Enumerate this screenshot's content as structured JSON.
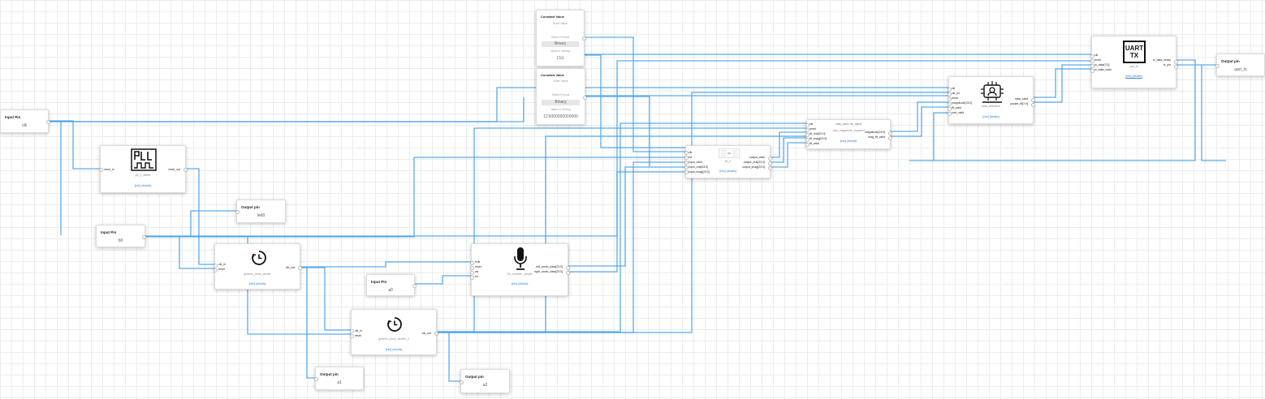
{
  "ui": {
    "accent": "#4aa3e8",
    "link": "#3b82d6"
  },
  "input_pins": [
    {
      "title": "Input Pin",
      "value": "clk"
    },
    {
      "title": "Input Pin",
      "value": "b0"
    },
    {
      "title": "Input Pin",
      "value": "a0"
    }
  ],
  "output_pins": [
    {
      "title": "Output pin",
      "value": "led0"
    },
    {
      "title": "Output pin",
      "value": "a1"
    },
    {
      "title": "Output pin",
      "value": "a2"
    },
    {
      "title": "Output pin",
      "value": "uart_tx"
    }
  ],
  "constants": [
    {
      "title": "Constant Value",
      "enter_label": "Enter Value",
      "format_label": "Select Format",
      "format": "Binary",
      "verilog_label": "Value in Verilog",
      "value": "1'b1"
    },
    {
      "title": "Constant Value",
      "enter_label": "Enter Value",
      "format_label": "Select Format",
      "format": "Binary",
      "verilog_label": "Value in Verilog",
      "value": "12'b000000000000"
    }
  ],
  "modules": {
    "pll": {
      "name": "pll_1_48khz",
      "links": "[info] [details]",
      "in": [
        "clock_in"
      ],
      "out": [
        "clock_out"
      ]
    },
    "divider1": {
      "name": "generic_clock_divider",
      "links": "[info] [details]",
      "in": [
        "clk_in",
        "reset"
      ],
      "out": [
        "clk_out"
      ]
    },
    "divider2": {
      "name": "generic_clock_divider_2",
      "links": "[info] [details]",
      "in": [
        "clk_in",
        "reset"
      ],
      "out": [
        "clk_out"
      ]
    },
    "mic": {
      "name": "i2s_receiver_simple",
      "links": "[info] [details]",
      "in": [
        "bclk",
        "reset",
        "ws",
        "sd"
      ],
      "out": [
        "left_audio_data[23:0]",
        "right_audio_data[23:0]"
      ]
    },
    "fft": {
      "name": "fft_2",
      "links": "[info] [details]",
      "in": [
        "clk",
        "rst",
        "input_valid",
        "input_real[23:0]",
        "input_imag[23:0]"
      ],
      "out": [
        "output_valid",
        "output_real[23:0]",
        "output_imag[23:0]"
      ]
    },
    "mag": {
      "header": "calc_mod / dc_input",
      "name": "calc_magnitude_squared",
      "links": "[info] [details]",
      "in": [
        "clk",
        "reset",
        "fft_real[23:0]",
        "fft_imag[23:0]",
        "fft_valid"
      ],
      "out": [
        "magnitude[23:0]",
        "mag_fft_valid"
      ]
    },
    "detect": {
      "name": "data_detection",
      "links": "[info] [details]",
      "in": [
        "clk",
        "clk_en",
        "reset",
        "magnitude[23:0]",
        "fft_valid",
        "uart_valid"
      ],
      "out": [
        "data_valid",
        "packet_fft[7:0]"
      ]
    },
    "uart": {
      "icon_line1": "UART",
      "icon_line2": "TX",
      "name": "uart_tx",
      "links": "[info] [details]",
      "in": [
        "clk",
        "reset",
        "tx_data[7:0]",
        "tx_data_valid"
      ],
      "out": [
        "tx_data_ready",
        "tx_pin"
      ]
    }
  }
}
